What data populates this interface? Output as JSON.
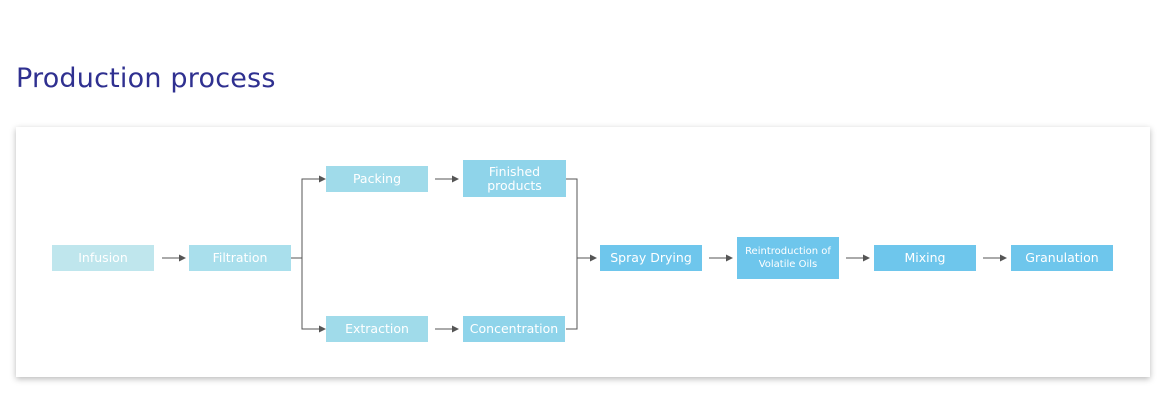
{
  "page": {
    "title": "Production process"
  },
  "diagram": {
    "colors": {
      "infusion": "#bfe6ed",
      "filtration": "#a9dfec",
      "packing_extraction": "#a0dbea",
      "finished_concentration": "#8fd4ea",
      "final_steps": "#6ec6ec",
      "connector": "#555555"
    },
    "nodes": {
      "infusion": "Infusion",
      "filtration": "Filtration",
      "packing": "Packing",
      "finished_products": "Finished products",
      "extraction": "Extraction",
      "concentration": "Concentration",
      "spray_drying": "Spray Drying",
      "reintroduction": "Reintroduction of Volatile Oils",
      "mixing": "Mixing",
      "granulation": "Granulation"
    }
  }
}
